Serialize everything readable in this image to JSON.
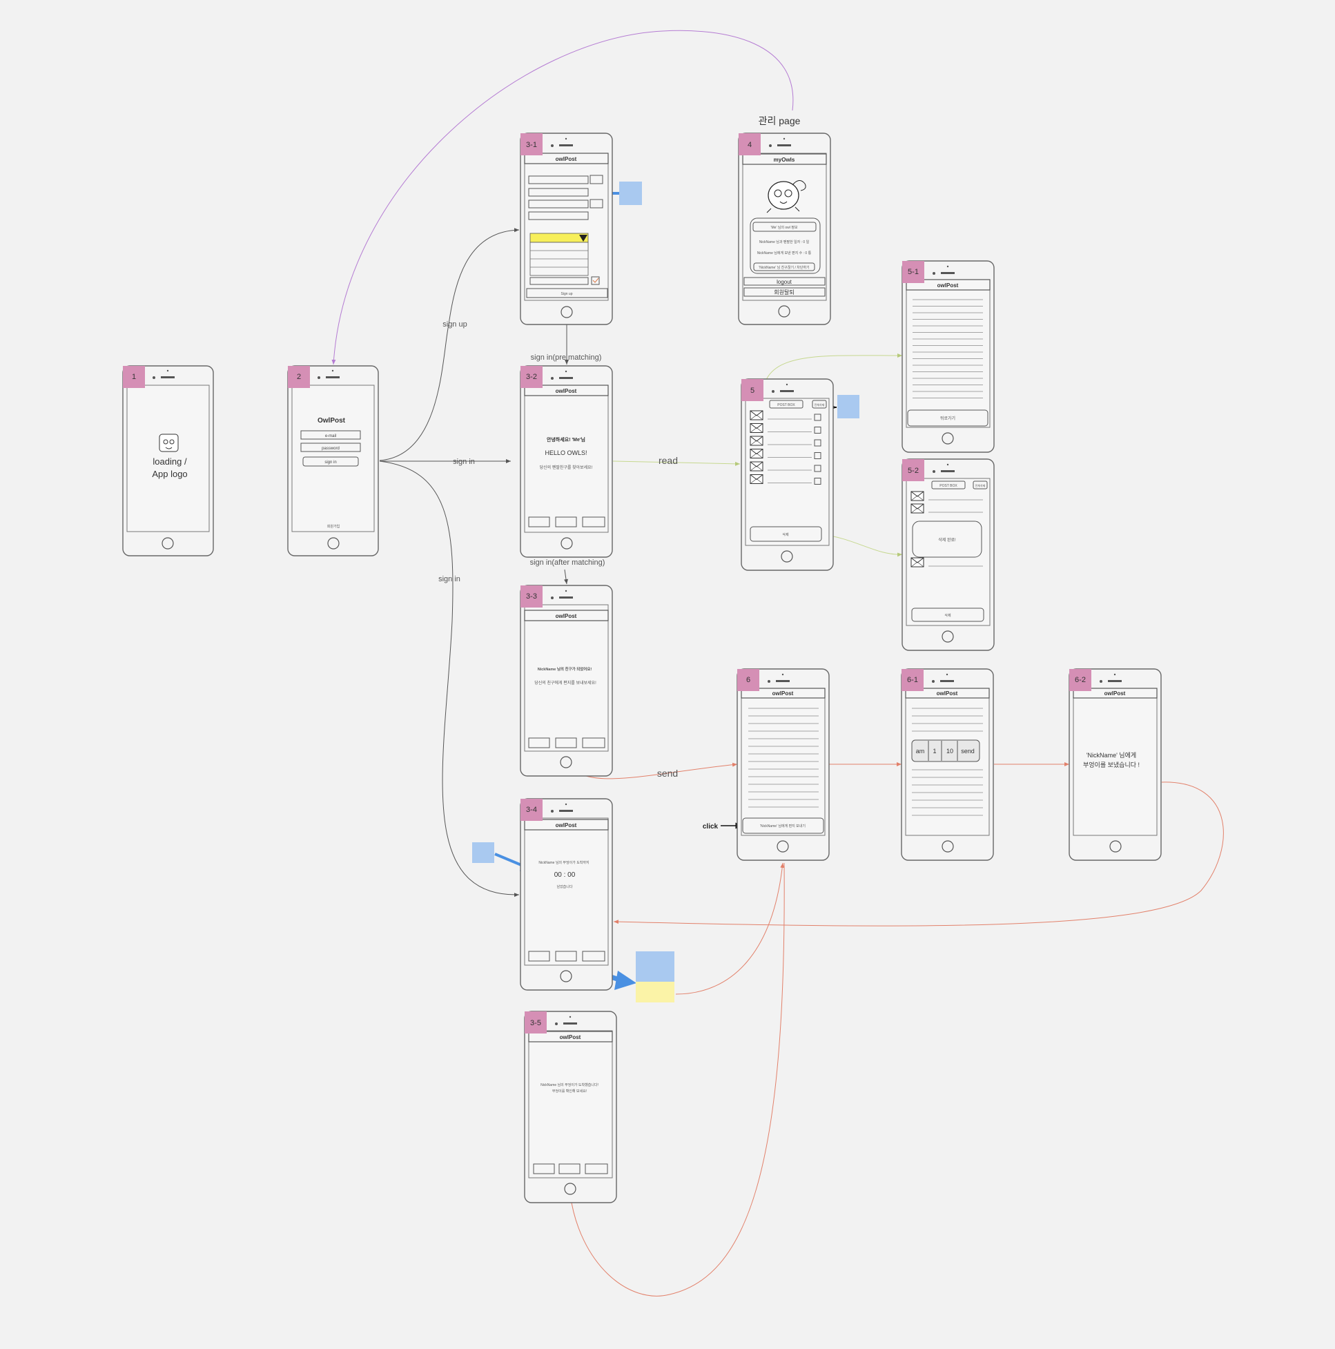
{
  "app_name": "owlPost",
  "screens": {
    "s1": {
      "tag": "1",
      "title": "loading /",
      "title2": "App logo"
    },
    "s2": {
      "tag": "2",
      "title": "OwlPost",
      "email": "e-mail",
      "password": "password",
      "signin": "sign in",
      "footer": "회원가입"
    },
    "s3_1": {
      "tag": "3-1",
      "header": "owlPost",
      "submit": "Sign up"
    },
    "s3_2": {
      "tag": "3-2",
      "header": "owlPost",
      "greeting": "안녕하세요! 'Me'님",
      "hello": "HELLO OWLS!",
      "sub": "당신의 펜팔친구를 찾아보세요!"
    },
    "s3_3": {
      "tag": "3-3",
      "header": "owlPost",
      "line1": "NickName 님의 친구가 되었어요!",
      "line2": "당신의 친구에게 편지를 보내보세요!"
    },
    "s3_4": {
      "tag": "3-4",
      "header": "owlPost",
      "line1": "NickName 님의 부엉이가 도착까지",
      "timer": "00 : 00",
      "line3": "남았습니다"
    },
    "s3_5": {
      "tag": "3-5",
      "header": "owlPost",
      "line1": "NickName 님의 부엉이가 도착했습니다!",
      "line2": "부엉이를 확인해 보세요!"
    },
    "s4": {
      "tag": "4",
      "page_label": "관리 page",
      "header": "myOwls",
      "info_title": "'Me' 님의 owl 정보",
      "info1": "NickName 님과 펜팔한 일자 : 0 일",
      "info2": "NickName 님에게 보낸 편지 수 : 0 통",
      "info3": "'NickName' 님 친구끊기 / 차단하기",
      "logout": "logout",
      "withdraw": "회원탈퇴"
    },
    "s5": {
      "tag": "5",
      "tab1": "POST BOX",
      "tab2": "전체삭제",
      "delete": "삭제"
    },
    "s5_1": {
      "tag": "5-1",
      "header": "owlPost",
      "back": "뒤로가기"
    },
    "s5_2": {
      "tag": "5-2",
      "tab1": "POST BOX",
      "tab2": "전체삭제",
      "modal": "삭제 완료!",
      "delete": "삭제"
    },
    "s6": {
      "tag": "6",
      "header": "owlPost",
      "send_btn": "'NickName' 님에게 편지 보내기"
    },
    "s6_1": {
      "tag": "6-1",
      "header": "owlPost",
      "ampm": "am",
      "hour": "1",
      "minute": "10",
      "send": "send"
    },
    "s6_2": {
      "tag": "6-2",
      "header": "owlPost",
      "line1": "'NickName' 님에게",
      "line2": "부엉이를 보냈습니다 !"
    }
  },
  "flow_labels": {
    "sign_up": "sign up",
    "sign_in": "sign in",
    "sign_in_2": "sign in",
    "pre_matching": "sign in(pre matching)",
    "after_matching": "sign in(after matching)",
    "read": "read",
    "send": "send",
    "click": "click"
  },
  "colors": {
    "tag": "#d58fb5",
    "purple_arrow": "#b57cd3",
    "green_arrow": "#c6d88f",
    "red_arrow": "#e2806a",
    "blue_arrow": "#4a90e2",
    "sticky_blue": "#a9c9f0",
    "sticky_yellow": "#fbf3a7",
    "highlight": "#f7ef5a"
  }
}
